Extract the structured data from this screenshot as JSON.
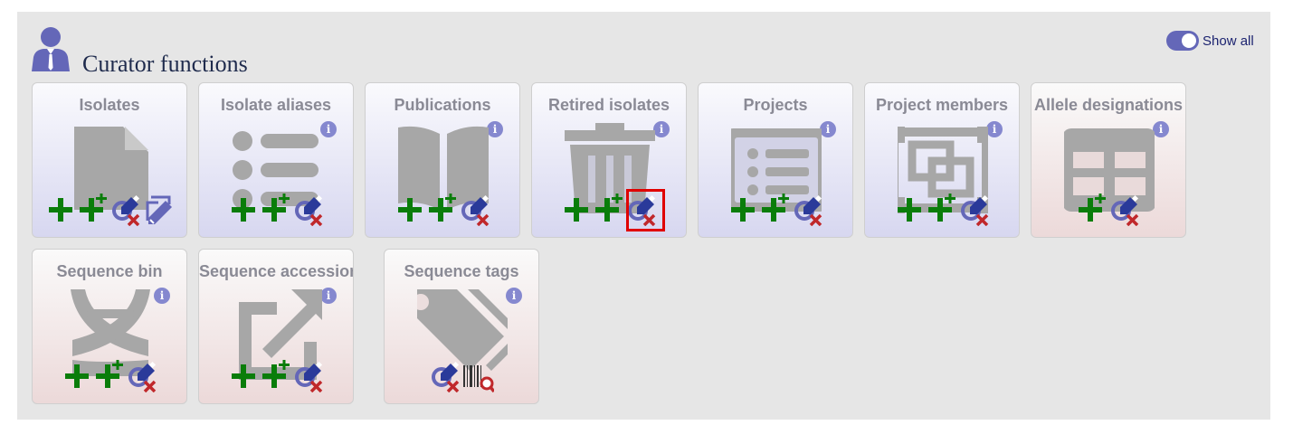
{
  "header": {
    "title": "Curator functions",
    "toggle_label": "Show all"
  },
  "colors": {
    "panel": "#e6e6e6",
    "accent": "#6467b8",
    "add_green": "#0a7d0a",
    "delete_red": "#c0282b",
    "highlight": "#e00000"
  },
  "tiles": [
    {
      "title": "Isolates",
      "icon": "document-icon",
      "actions": [
        "add",
        "batch-add",
        "query-delete",
        "batch-edit"
      ]
    },
    {
      "title": "Isolate aliases",
      "icon": "list-icon",
      "actions": [
        "add",
        "batch-add",
        "query-delete"
      ]
    },
    {
      "title": "Publications",
      "icon": "book-icon",
      "actions": [
        "add",
        "batch-add",
        "query-delete"
      ]
    },
    {
      "title": "Retired isolates",
      "icon": "trash-icon",
      "actions": [
        "add",
        "batch-add",
        "query-delete"
      ],
      "highlighted_action": "query-delete"
    },
    {
      "title": "Projects",
      "icon": "checklist-icon",
      "actions": [
        "add",
        "batch-add",
        "query-delete"
      ]
    },
    {
      "title": "Project members",
      "icon": "object-group-icon",
      "actions": [
        "add",
        "batch-add",
        "query-delete"
      ]
    },
    {
      "title": "Allele designations",
      "icon": "table-icon",
      "actions": [
        "batch-add",
        "query-delete"
      ]
    },
    {
      "title": "Sequence bin",
      "icon": "dna-icon",
      "actions": [
        "add",
        "batch-add",
        "query-delete"
      ]
    },
    {
      "title": "Sequence accessions",
      "icon": "external-link-icon",
      "actions": [
        "add",
        "batch-add",
        "query-delete"
      ]
    },
    {
      "title": "Sequence tags",
      "icon": "tags-icon",
      "actions": [
        "query-delete",
        "barcode-scan"
      ]
    }
  ]
}
